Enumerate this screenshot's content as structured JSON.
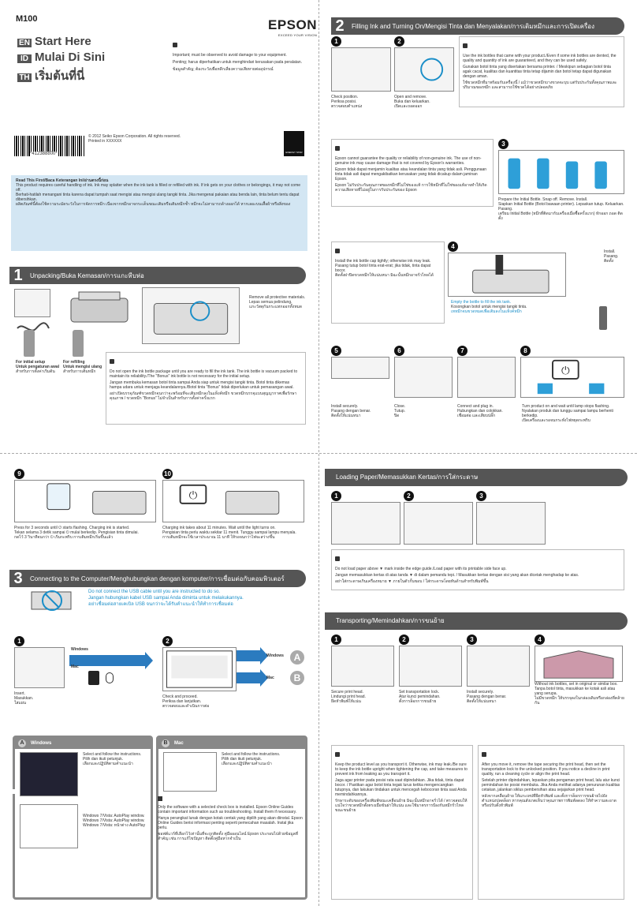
{
  "header": {
    "model": "M100",
    "brand": "EPSON",
    "tagline": "EXCEED YOUR VISION",
    "start_en": "Start Here",
    "start_id": "Mulai Di Sini",
    "start_th": "เริ่มต้นที่นี่",
    "lang_en": "EN",
    "lang_id": "ID",
    "lang_th": "TH"
  },
  "important_note": {
    "line1": "Important; must be observed to avoid damage to your equipment.",
    "line2": "Penting; harus diperhatikan untuk menghindari kerusakan pada peralatan.",
    "line3": "ข้อมูลสำคัญ; ต้องระวังเพื่อหลีกเลี่ยงความเสียหายต่ออุปกรณ์"
  },
  "barcode": {
    "code": "*412388800*"
  },
  "copyright": {
    "line1": "© 2012 Seiko Epson Corporation. All rights reserved.",
    "line2": "Printed in XXXXXX"
  },
  "energy_star": "ENERGY STAR",
  "read_this": {
    "title": "Read This First/Baca Keterangan Ini/อ่านตรงนี้ก่อน",
    "en": "This product requires careful handling of ink. Ink may splatter when the ink tank is filled or refilled with ink. If ink gets on your clothes or belongings, it may not come off.",
    "id": "Berhati-hatilah menangani tinta karena dapat tumpah saat mengisi atau mengisi ulang tangki tinta. Jika mengenai pakaian atau benda lain, tinta belum tentu dapat dibersihkan.",
    "th": "ผลิตภัณฑ์นี้ต้องใช้ความระมัดระวังในการจัดการหมึก เนื่องจากหมึกอาจกระเด็นขณะเติมหรือเติมหมึกซ้ำ หมึกจะไม่สามารถล้างออกได้ หากเลอะบนเสื้อผ้าหรือสิ่งของ"
  },
  "section1": {
    "num": "1",
    "title": "Unpacking/Buka Kemasan/การแกะหีบห่อ",
    "remove_en": "Remove all protective materials.",
    "remove_id": "Lepas semua pelindung.",
    "remove_th": "แกะวัสดุกันกระแทกออกทั้งหมด",
    "setup_en": "For initial setup",
    "setup_id": "Untuk pengaturan awal",
    "setup_th": "สำหรับการตั้งค่าเริ่มต้น",
    "refill_en": "For refilling",
    "refill_id": "Untuk mengisi ulang",
    "refill_th": "สำหรับการเติมหมึก",
    "note_en": "Do not open the ink bottle package until you are ready to fill the ink tank. The ink bottle is vacuum packed to maintain its reliability./The \"Bonus\" ink bottle is not necessary for the initial setup.",
    "note_id": "Jangan membuka kemasan botol tinta sampai Anda siap untuk mengisi tangki tinta. Botol tinta dikemas hampa udara untuk menjaga keandalannya./Botol tinta \"Bonus\" tidak diperlukan untuk pemasangan awal.",
    "note_th": "อย่าเปิดบรรจุภัณฑ์ขวดหมึกจนกว่าจะพร้อมที่จะเติมหมึกลงในแท็งค์หมึก ขวดหมึกบรรจุแบบสุญญากาศเพื่อรักษาคุณภาพ / ขวดหมึก \"Bonus\" ไม่จำเป็นสำหรับการตั้งค่าครั้งแรก"
  },
  "section2": {
    "num": "2",
    "title": "Filling Ink and Turning On/Mengisi Tinta dan Menyalakan/การเติมหมึกและการเปิดเครื่อง",
    "s1_en": "Check position.",
    "s1_id": "Periksa posisi.",
    "s1_th": "ตรวจสอบตำแหน่ง",
    "s2_en": "Open and remove.",
    "s2_id": "Buka dan keluarkan.",
    "s2_th": "เปิดและถอดออก",
    "note1_en": "Use the ink bottles that came with your product./Even if some ink bottles are dented, the quality and quantity of ink are guaranteed, and they can be used safely.",
    "note1_id": "Gunakan botol tinta yang disertakan bersama printer. / Meskipun sebagian botol tinta agak cacat, kualitas dan kuantitas tinta tetap dijamin dan botol tetap dapat digunakan dengan aman.",
    "note1_th": "ใช้ขวดหมึกที่มาพร้อมกับเครื่องนี้ / แม้ว่าขวดหมึกบางขวดจะบุบ แต่รับประกันทั้งคุณภาพและปริมาณของหมึก และสามารถใช้ขวดได้อย่างปลอดภัย",
    "note2_en": "Epson cannot guarantee the quality or reliability of non-genuine ink. The use of non-genuine ink may cause damage that is not covered by Epson's warranties.",
    "note2_id": "Epson tidak dapat menjamin kualitas atau keandalan tinta yang tidak asli. Penggunaan tinta tidak asli dapat mengakibatkan kerusakan yang tidak dicakup dalam jaminan Epson.",
    "note2_th": "Epson ไม่รับประกันคุณภาพของหมึกที่ไม่ใช่ของแท้ การใช้หมึกที่ไม่ใช่ของแท้อาจทำให้เกิดความเสียหายที่ไม่อยู่ในการรับประกันของ Epson",
    "s3_en": "Prepare the Initial Bottle. Snap off. Remove. Install.",
    "s3_id": "Siapkan Initial Bottle (Botol bawaan printer). Lepaskan tutup. Keluarkan. Pasang.",
    "s3_th": "เตรียม Initial Bottle (หมึกที่ติดมากับเครื่องเมื่อซื้อครั้งแรก) หักออก ถอด ติดตั้ง",
    "s3_hl": "Initial Bottle",
    "cap_en": "Install the ink bottle cap tightly; otherwise ink may leak.",
    "cap_id": "Pasang tutup botol tinta erat-erat; jika tidak, tinta dapat bocor.",
    "cap_th": "ติดตั้งฝาปิดขวดหมึกให้แน่นหนา มิฉะนั้นหมึกอาจรั่วไหลได้",
    "s4_en": "Empty the bottle to fill the ink tank.",
    "s4_id": "Kosongkan botol untuk mengisi tangki tinta.",
    "s4_th": "เทหมึกจนขวดหมดเพื่อเติมลงในแท็งค์หมึก",
    "s4b_en": "Install.",
    "s4b_id": "Pasang.",
    "s4b_th": "ติดตั้ง",
    "s5_en": "Install securely.",
    "s5_id": "Pasang dengan benar.",
    "s5_th": "ติดตั้งให้แน่นหนา",
    "s6_en": "Close.",
    "s6_id": "Tutup.",
    "s6_th": "ปิด",
    "s7_en": "Connect and plug in.",
    "s7_id": "Hubungkan dan colokkan.",
    "s7_th": "เชื่อมต่อ และเสียบปลั๊ก",
    "s8_en": "Turn product on and wait until lamp stops flashing.",
    "s8_id": "Nyalakan produk dan tunggu sampai lampu berhenti berkedip.",
    "s8_th": "เปิดเครื่องและรอจนกระทั่งไฟหยุดกะพริบ",
    "s9_en": "Press for 3 seconds until ⏻ starts flashing. Charging ink is started.",
    "s9_id": "Tekan selama 3 detik sampai ⏻ mulai berkedip. Pengisian tinta dimulai.",
    "s9_th": "กดไว้ 3 วินาทีจนกว่า ⏻ เริ่มกะพริบ การเติมหมึกเริ่มขึ้นแล้ว",
    "s10_en": "Charging ink takes about 11 minutes. Wait until the light turns on.",
    "s10_id": "Pengisian tinta perlu waktu sekitar 11 menit. Tunggu sampai lampu menyala.",
    "s10_th": "การเติมหมึกจะใช้เวลาประมาณ 11 นาที ให้รอจนกว่าไฟจะสว่างขึ้น"
  },
  "section3": {
    "num": "3",
    "title": "Connecting to the Computer/Menghubungkan dengan komputer/การเชื่อมต่อกับคอมพิวเตอร์",
    "warn_en": "Do not connect the USB cable until you are instructed to do so.",
    "warn_id": "Jangan hubungkan kabel USB sampai Anda diminta untuk melakukannya.",
    "warn_th": "อย่าเชื่อมต่อสายเคเบิล USB จนกว่าจะได้รับคำแนะนำให้ทำการเชื่อมต่อ",
    "insert_en": "Insert.",
    "insert_id": "Masukkan.",
    "insert_th": "ใส่แผ่น",
    "check_en": "Check and proceed.",
    "check_id": "Periksa dan lanjutkan.",
    "check_th": "ตรวจสอบและดำเนินการต่อ",
    "windows": "Windows",
    "mac": "Mac",
    "letter_a": "A",
    "letter_b": "B",
    "win_select_en": "Select and follow the instructions.",
    "win_select_id": "Pilih dan ikuti petunjuk.",
    "win_select_th": "เลือกและปฏิบัติตามคำแนะนำ",
    "autoplay_en": "Windows 7/Vista: AutoPlay window.",
    "autoplay_id": "Windows 7/Vista: AutoPlay window.",
    "autoplay_th": "Windows 7/Vista: หน้าต่าง AutoPlay",
    "mac_select_en": "Select and follow the instructions.",
    "mac_select_id": "Pilih dan ikuti petunjuk.",
    "mac_select_th": "เลือกและปฏิบัติตามคำแนะนำ",
    "guide_en": "Only the software with a selected check box is installed. Epson Online Guides contain important information such as troubleshooting. Install them if necessary.",
    "guide_id": "Hanya perangkat lunak dengan kotak centak yang dipilih yang akan diinstal. Epson Online Guides berisi informasi penting seperti pemecahan masalah. Instal jika perlu.",
    "guide_th": "ซอฟต์แวร์ที่เลือกไว้เท่านั้นที่จะถูกติดตั้ง คู่มือออนไลน์ Epson ประกอบไปด้วยข้อมูลที่สำคัญ เช่น การแก้ไขปัญหา ติดตั้งคู่มือหากจำเป็น"
  },
  "loading": {
    "title": "Loading Paper/Memasukkan Kertas/การใส่กระดาษ",
    "note_en": "Do not load paper above ▼ mark inside the edge guide./Load paper with its printable side face up.",
    "note_id": "Jangan memasukkan kertas di atas tanda ▼ di dalam pemandu tepi. / Masukkan kertas dengan sisi yang akan dicetak menghadap ke atas.",
    "note_th": "อย่าใส่กระดาษเกินเครื่องหมาย ▼ ภายในตัวกั้นขอบ / ใส่กระดาษโดยหันด้านสำหรับพิมพ์ขึ้น"
  },
  "transport": {
    "title": "Transporting/Memindahkan/การขนย้าย",
    "t1_en": "Secure print head.",
    "t1_id": "Lindungi print head.",
    "t1_th": "ยึดหัวพิมพ์ให้แน่น",
    "t2_en": "Set transportation lock.",
    "t2_id": "Atur kunci pemindahan.",
    "t2_th": "ตั้งการล็อกการขนย้าย",
    "t3_en": "Install securely.",
    "t3_id": "Pasang dengan benar.",
    "t3_th": "ติดตั้งให้แน่นหนา",
    "t4_en": "Without ink bottles, set in original or similar box.",
    "t4_id": "Tanpa botol tinta, masukkan ke kotak asli atau yang serupa.",
    "t4_th": "ไม่มีขวดหมึก ให้บรรจุลงในกล่องเดิมหรือกล่องที่คล้ายกัน",
    "note_l_en": "Keep the product level as you transport it. Otherwise, ink may leak./Be sure to keep the ink bottle upright when tightening the cap, and take measures to prevent ink from leaking as you transport it.",
    "note_l_id": "Jaga agar printer pada posisi rata saat dipindahkan. Jika tidak, tinta dapat bocor. / Pastikan agar botol tinta tegak lurus ketika mengencangkan tutupnya, dan lakukan tindakan untuk mencegah kebocoran tinta saat Anda memindahkannya.",
    "note_l_th": "รักษาระดับของเครื่องพิมพ์ขณะเคลื่อนย้าย มิฉะนั้นหมึกอาจรั่วได้ / ตรวจสอบให้แน่ใจว่าขวดหมึกตั้งตรงเมื่อขันฝาให้แน่น และใช้มาตรการป้องกันหมึกรั่วไหลขณะขนย้าย",
    "note_r_en": "After you move it, remove the tape securing the print head, then set the transportation lock to the unlocked position. If you notice a decline in print quality, run a cleaning cycle or align the print head.",
    "note_r_id": "Setelah printer dipindahkan, lepaskan pita pengaman print head, lalu atur kunci pemindahan ke posisi membuka. Jika Anda melihat adanya penurunan kualitas cetakan, jalankan siklus pembersihan atau sejajarkan print head.",
    "note_r_th": "หลังจากเคลื่อนย้าย ให้แกะเทปที่ยึดหัวพิมพ์ และตั้งการล็อกการขนย้ายไปยังตำแหน่งปลดล็อก หากคุณสังเกตเห็นว่าคุณภาพการพิมพ์ลดลง ให้ทำความสะอาดหรือปรับตั้งหัวพิมพ์"
  },
  "step_numbers": [
    "1",
    "2",
    "3",
    "4",
    "5",
    "6",
    "7",
    "8",
    "9",
    "10"
  ]
}
